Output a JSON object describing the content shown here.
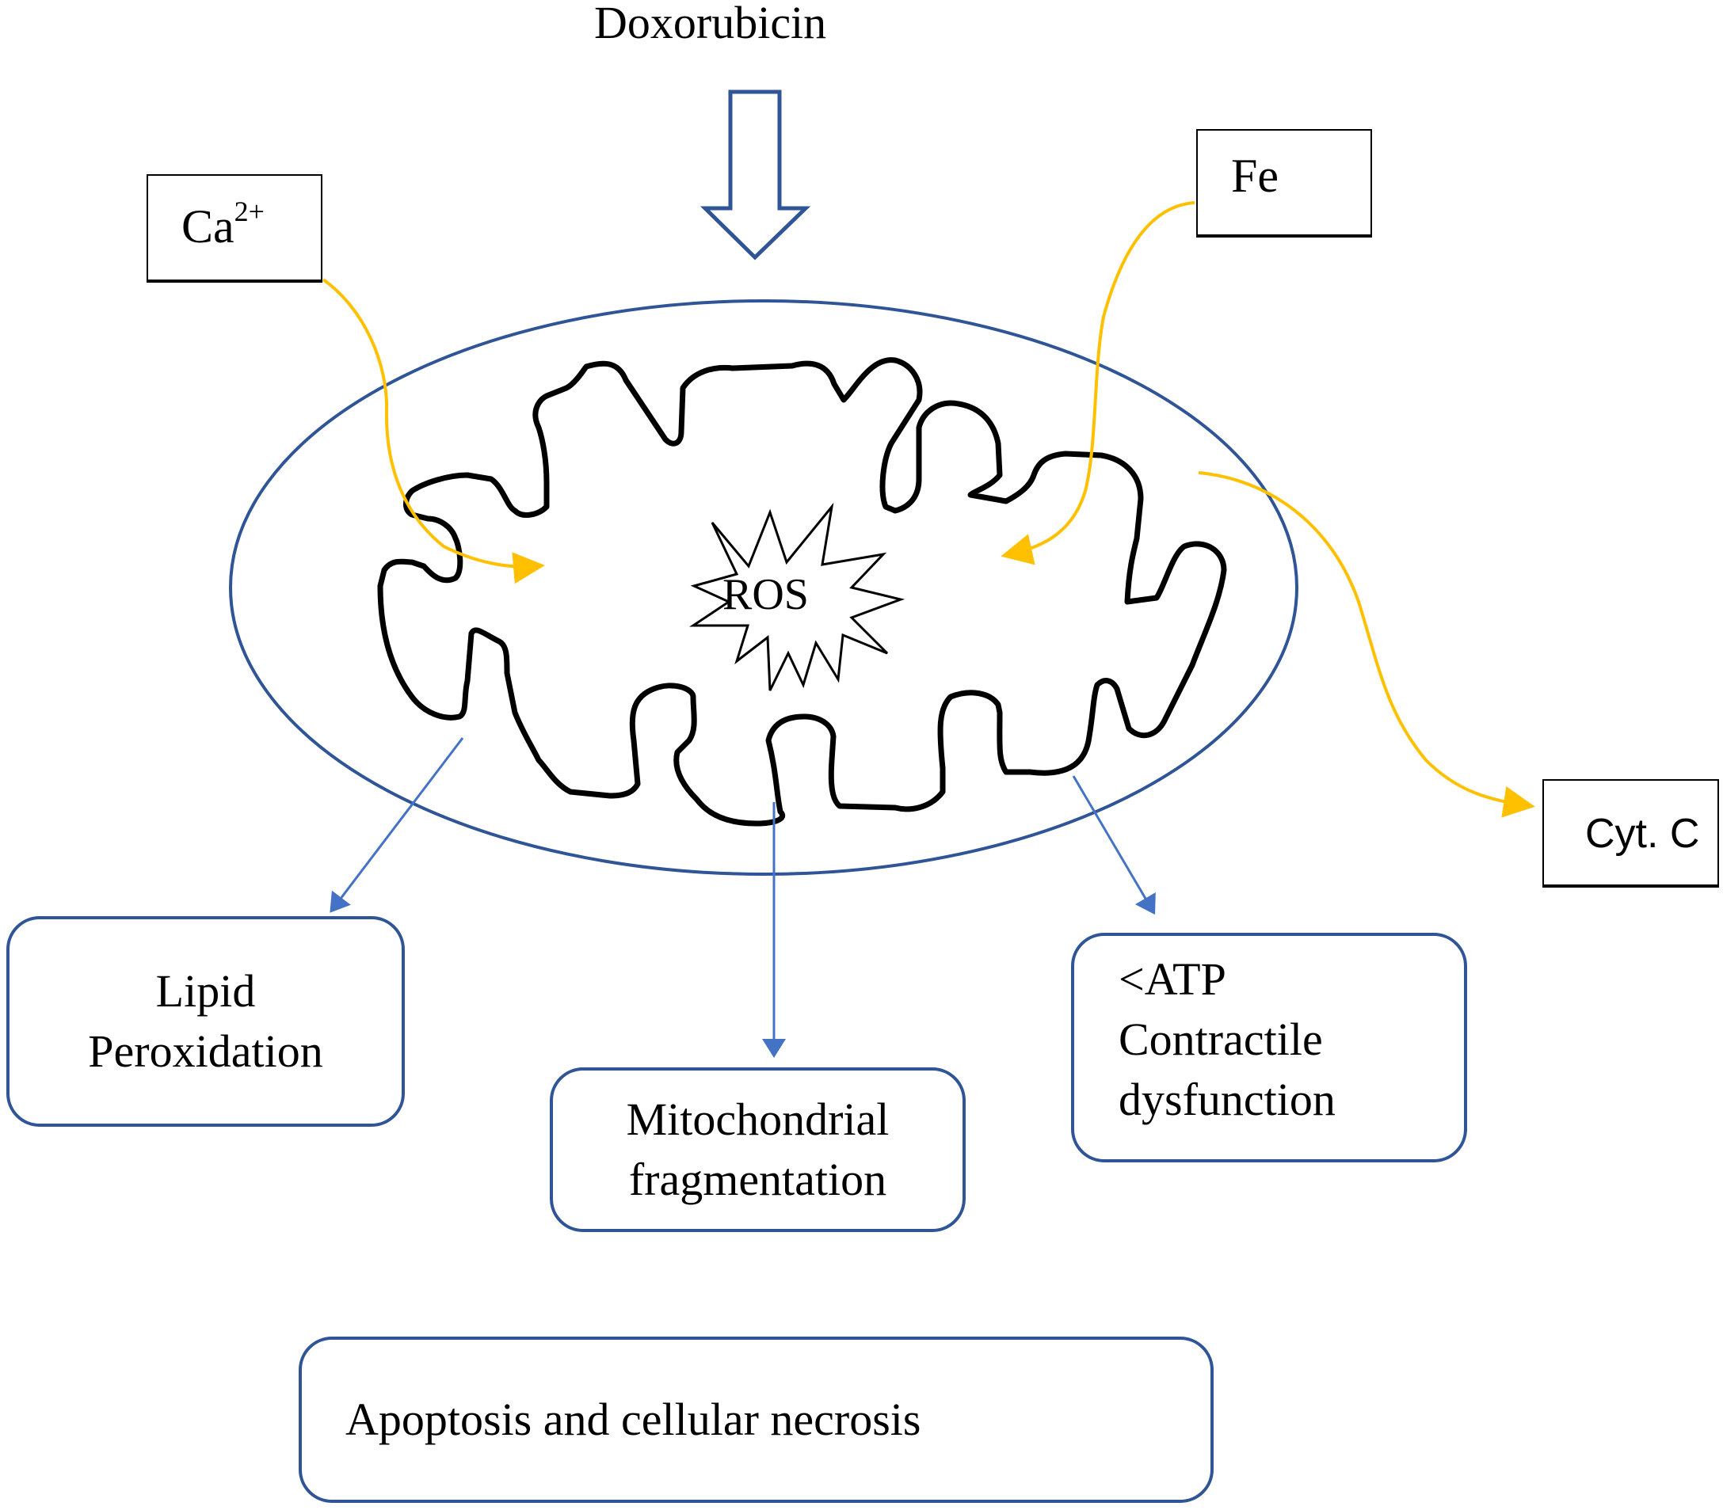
{
  "title": "Doxorubicin",
  "colors": {
    "membrane_outer": "#2f5597",
    "cristae": "#000000",
    "ion_arrows": "#ffc000",
    "effect_arrows": "#4472c4",
    "box_border_blue": "#2f5597",
    "box_border_black": "#000000"
  },
  "inputs": {
    "calcium": {
      "base": "Ca",
      "superscript": "2+"
    },
    "iron": {
      "label": "Fe"
    }
  },
  "center": {
    "label": "ROS"
  },
  "release": {
    "label": "Cyt. C"
  },
  "effects": [
    {
      "lines": [
        "Lipid",
        "Peroxidation"
      ]
    },
    {
      "lines": [
        "Mitochondrial",
        "fragmentation"
      ]
    },
    {
      "lines": [
        "<ATP",
        "Contractile",
        "dysfunction"
      ]
    }
  ],
  "outcome": {
    "label": "Apoptosis and cellular necrosis"
  }
}
